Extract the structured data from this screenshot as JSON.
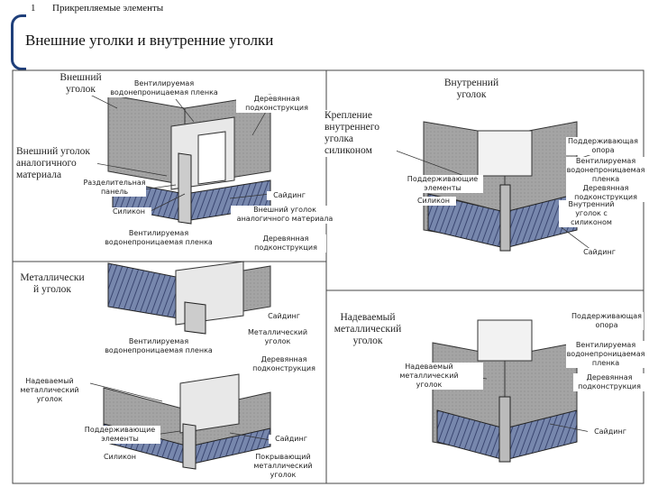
{
  "header": {
    "section_number": "1",
    "section_title": "Прикрепляемые элементы",
    "slide_title": "Внешние уголки и внутренние уголки"
  },
  "colors": {
    "accent_bracket": "#1f3f7a",
    "panel_fill": "#9a9a9a",
    "siding_fill": "#6a7ba0"
  },
  "panels": {
    "top_left": {
      "title": "Внешний\nуголок",
      "labels": {
        "membrane": "Вентилируемая\nводонепроницаемая пленка",
        "wood_frame": "Деревянная\nподконструкция",
        "analog_corner": "Внешний уголок\nаналогичного\nматериала",
        "separator": "Разделительная\nпанель",
        "sealant": "Силикон",
        "siding": "Сайдинг",
        "outer_corner": "Внешний уголок\nаналогичного материала",
        "membrane2": "Вентилируемая\nводонепроницаемая пленка",
        "wood_frame2": "Деревянная\nподконструкция"
      }
    },
    "bottom_left": {
      "title": "Металлически\nй уголок",
      "labels": {
        "siding": "Сайдинг",
        "metal_corner": "Металлический\nуголок",
        "membrane": "Вентилируемая\nводонепроницаемая пленка",
        "wood_frame": "Деревянная\nподконструкция",
        "fitted": "Надеваемый\nметаллический\nуголок",
        "supports": "Поддерживающие\nэлементы",
        "siding2": "Сайдинг",
        "sealant": "Силикон",
        "sealing_corner": "Покрывающий\nметаллический\nуголок"
      }
    },
    "top_right": {
      "title": "Внутренний\nуголок",
      "labels": {
        "fixing": "Крепление\nвнутреннего\nуголка\nсиликоном",
        "support": "Поддерживающая\nопора",
        "membrane": "Вентилируемая\nводонепроницаемая\nпленка",
        "supports_el": "Поддерживающие\nэлементы",
        "wood_frame": "Деревянная\nподконструкция",
        "inner_corner": "Внутренний\nуголок с\nсиликоном",
        "sealant": "Силикон",
        "siding": "Сайдинг"
      }
    },
    "bottom_right": {
      "title": "Надеваемый\nметаллический\nуголок",
      "labels": {
        "support": "Поддерживающая\nопора",
        "membrane": "Вентилируемая\nводонепроницаемая\nпленка",
        "fitted_inner": "Надеваемый металлический\nуголок",
        "wood_frame": "Деревянная\nподконструкция",
        "siding": "Сайдинг"
      }
    }
  }
}
